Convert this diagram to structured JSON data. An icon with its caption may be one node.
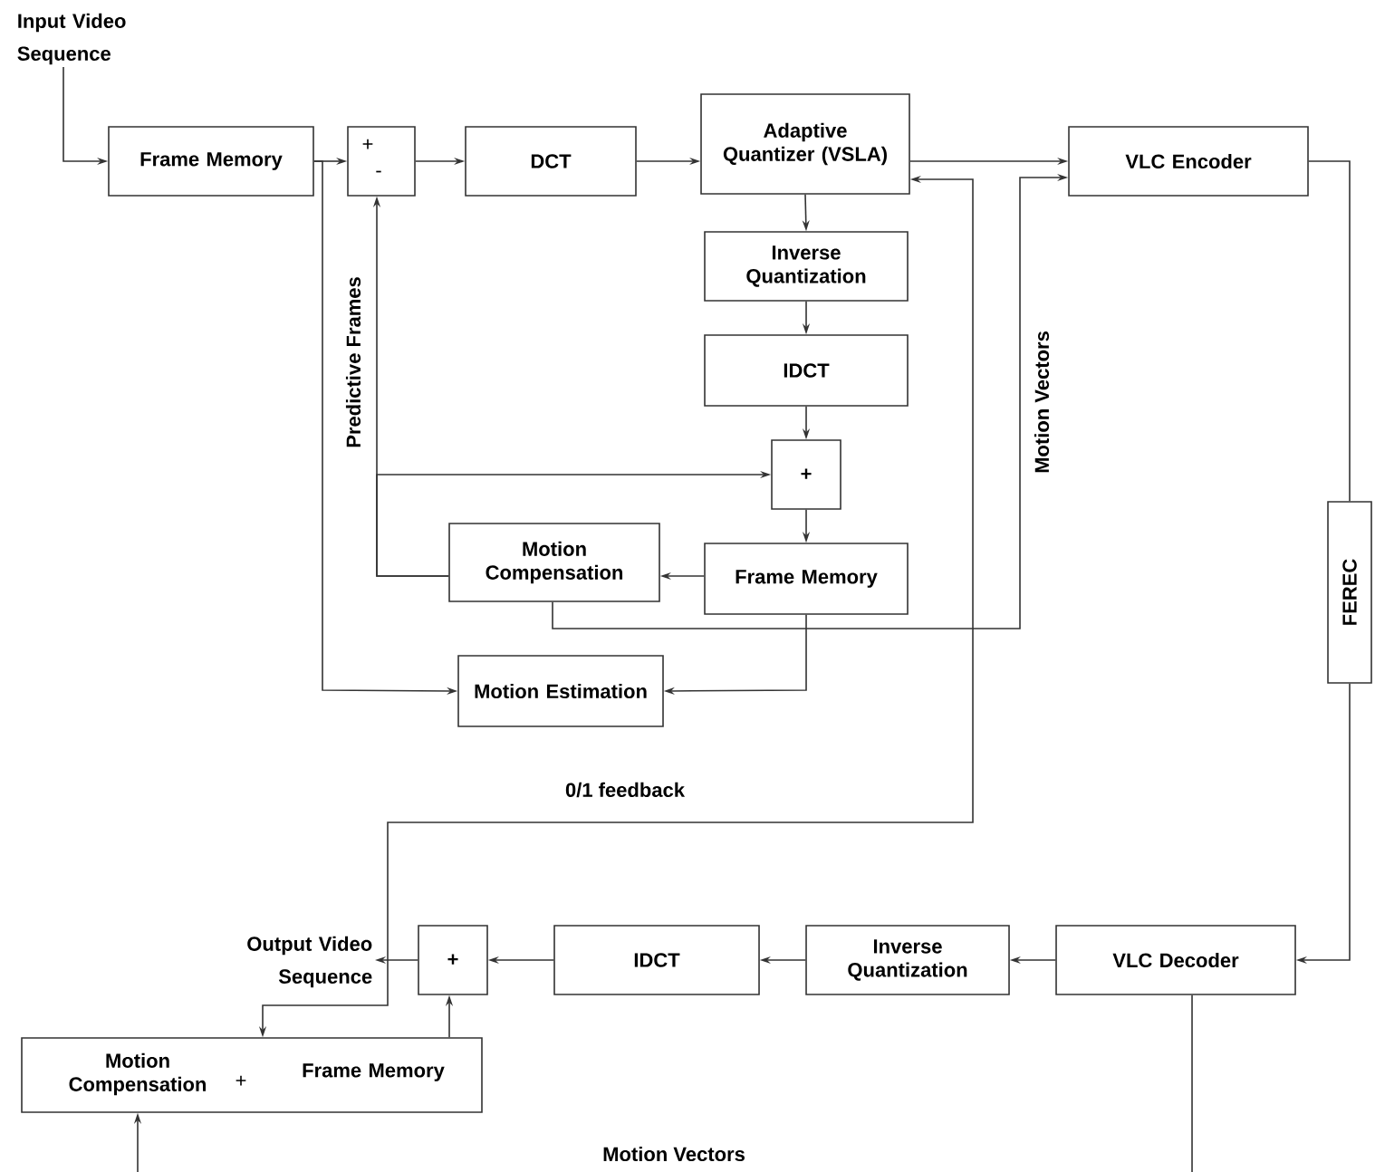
{
  "diagram": {
    "nodes": [
      {
        "text": [
          "Input Video Sequence"
        ]
      },
      {
        "text": [
          "Frame Memory"
        ]
      },
      {
        "text": [
          "+",
          "-"
        ]
      },
      {
        "text": [
          "DCT"
        ]
      },
      {
        "text": [
          "Adaptive Quantizer (VSLA)"
        ]
      },
      {
        "text": [
          "VLC Encoder"
        ]
      },
      {
        "text": [
          "Inverse Quantization"
        ]
      },
      {
        "text": [
          "IDCT"
        ]
      },
      {
        "text": [
          "+"
        ]
      },
      {
        "text": [
          "Frame Memory"
        ]
      },
      {
        "text": [
          "Motion Compensation"
        ]
      },
      {
        "text": [
          "Motion Estimation"
        ]
      },
      {
        "text": [
          "FEREC"
        ]
      },
      {
        "text": [
          "VLC  Decoder"
        ]
      },
      {
        "text": [
          "Inverse Quantization"
        ]
      },
      {
        "text": [
          "IDCT"
        ]
      },
      {
        "text": [
          "+"
        ]
      },
      {
        "text": [
          "Output Video Sequence"
        ]
      },
      {
        "text": [
          "Motion Compensation",
          "+",
          "Frame Memory"
        ]
      }
    ],
    "edges": [
      {
        "from": 0,
        "to": 1,
        "arrow": "to"
      },
      {
        "from": 1,
        "to": 2,
        "arrow": "to"
      },
      {
        "from": 1,
        "to": 11,
        "arrow": "to"
      },
      {
        "from": 2,
        "to": 3,
        "arrow": "to"
      },
      {
        "from": 3,
        "to": 4,
        "arrow": "to"
      },
      {
        "from": 4,
        "to": 5,
        "arrow": "to"
      },
      {
        "from": 4,
        "to": 6,
        "arrow": "to"
      },
      {
        "from": 6,
        "to": 7,
        "arrow": "to"
      },
      {
        "from": 7,
        "to": 8,
        "arrow": "to"
      },
      {
        "from": 8,
        "to": 9,
        "arrow": "to"
      },
      {
        "from": 9,
        "to": 10,
        "arrow": "to"
      },
      {
        "from": 10,
        "to": 2,
        "arrow": "to",
        "label": "Predictive Frames"
      },
      {
        "from": 10,
        "to": 8,
        "arrow": "to"
      },
      {
        "from": 9,
        "to": 11,
        "arrow": "to"
      },
      {
        "from": 10,
        "to": 5,
        "arrow": "to",
        "label": "Motion Vectors"
      },
      {
        "from": 5,
        "to": 12,
        "arrow": "none"
      },
      {
        "from": 12,
        "to": 13,
        "arrow": "to"
      },
      {
        "from": 13,
        "to": 14,
        "arrow": "to"
      },
      {
        "from": 14,
        "to": 15,
        "arrow": "to"
      },
      {
        "from": 15,
        "to": 16,
        "arrow": "to"
      },
      {
        "from": 16,
        "to": 17,
        "arrow": "to"
      },
      {
        "from": 18,
        "to": 16,
        "arrow": "to"
      },
      {
        "from": 18,
        "to": 4,
        "arrow": "both",
        "label": "0/1 feedback"
      },
      {
        "from": 13,
        "to": null,
        "arrow": "none"
      },
      {
        "from": null,
        "to": 18,
        "arrow": "to"
      }
    ],
    "labels": [
      "Motion Vectors"
    ]
  }
}
